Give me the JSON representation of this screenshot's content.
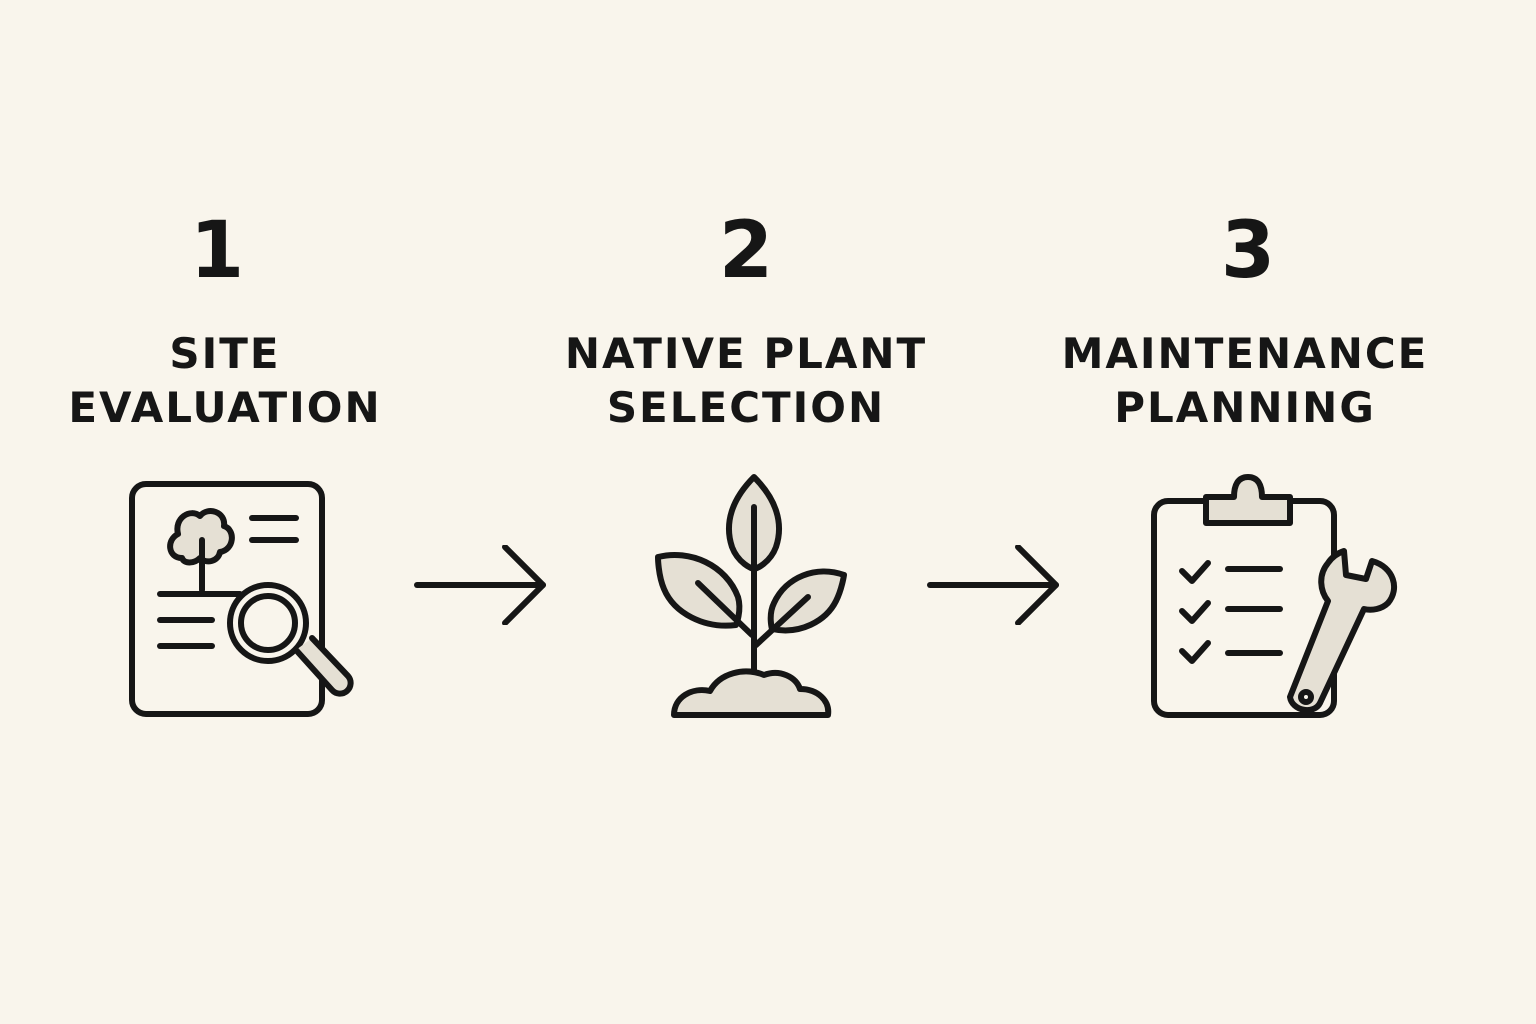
{
  "steps": [
    {
      "number": "1",
      "title_lines": [
        "SITE",
        "EVALUATION"
      ],
      "icon": "site-evaluation-icon"
    },
    {
      "number": "2",
      "title_lines": [
        "NATIVE PLANT",
        "SELECTION"
      ],
      "icon": "seedling-icon"
    },
    {
      "number": "3",
      "title_lines": [
        "MAINTENANCE",
        "PLANNING"
      ],
      "icon": "clipboard-wrench-icon"
    }
  ],
  "connectors": [
    "arrow-right-icon",
    "arrow-right-icon"
  ],
  "colors": {
    "background": "#f9f5ec",
    "ink": "#161616",
    "fill": "#e5e0d4"
  }
}
